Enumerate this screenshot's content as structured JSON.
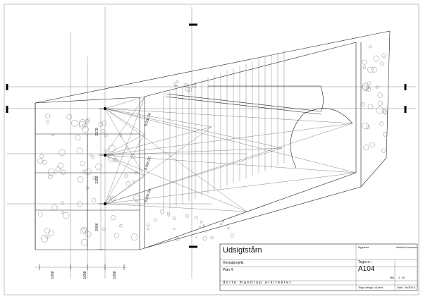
{
  "drawing": {
    "dimensions_horizontal": [
      "1658",
      "1658",
      "1658"
    ],
    "dimensions_vertical": [
      "2379",
      "2395",
      "2456"
    ],
    "dimensions_diagonal": [
      "8.000,00",
      "8.000,00",
      "8.000,00"
    ]
  },
  "title_block": {
    "title": "Udsigtstårn",
    "client_label": "Bygherre",
    "client_value": "Aarhus Kommune",
    "phase": "Hovedprojekt",
    "drawing_no_label": "Tegn.nr.:",
    "drawing_no": "A104",
    "plan": "Plan 4",
    "scale_label": "Mål",
    "scale_value": "1 : 50",
    "firm": "dorte mandrup arkitekter",
    "drawn_label": "Tegn./design:",
    "drawn_value": "Author",
    "date_label": "Dato:",
    "date_value": "06/30/15"
  },
  "colors": {
    "line": "#222222",
    "background": "#ffffff"
  }
}
